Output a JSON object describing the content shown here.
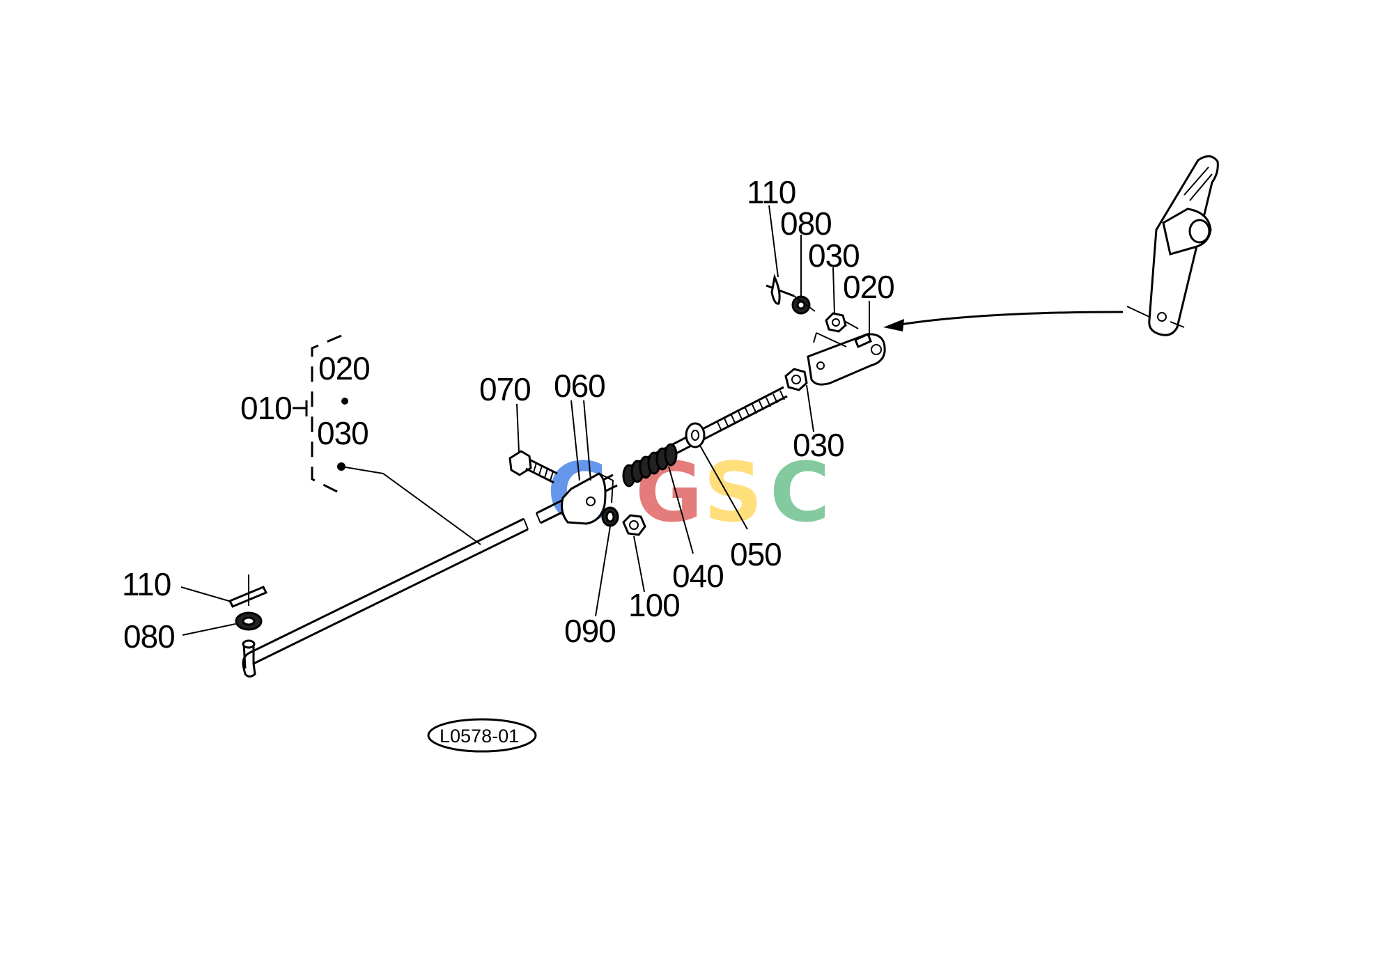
{
  "callouts": {
    "lbl_110_top": "110",
    "lbl_080_top": "080",
    "lbl_030_top": "030",
    "lbl_020_top": "020",
    "lbl_030_nut": "030",
    "lbl_010": "010",
    "lbl_020_kit": "020",
    "lbl_030_kit": "030",
    "lbl_070": "070",
    "lbl_060": "060",
    "lbl_050": "050",
    "lbl_040": "040",
    "lbl_100": "100",
    "lbl_090": "090",
    "lbl_110_bottom": "110",
    "lbl_080_bottom": "080"
  },
  "reference_code": "L0578-01",
  "watermark": {
    "letters": [
      "C",
      "G",
      "S",
      "C"
    ],
    "colors": [
      "#4a86e8",
      "#e06666",
      "#ffd966",
      "#6fc18f"
    ]
  }
}
